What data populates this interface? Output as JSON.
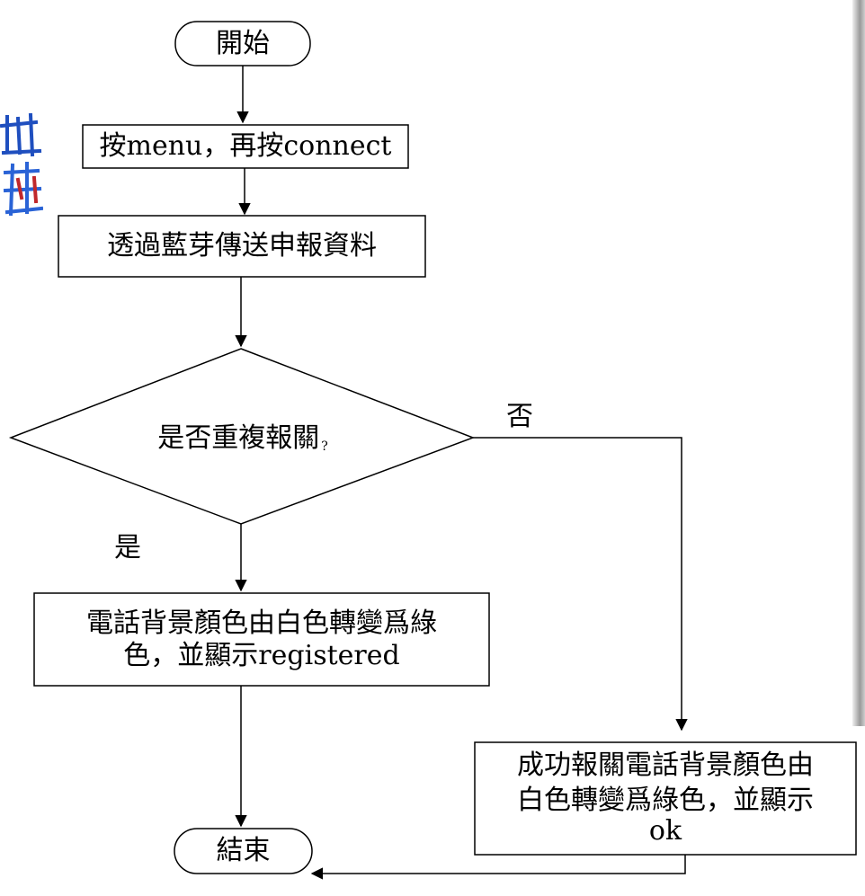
{
  "colors": {
    "line": "#000000",
    "background": "#ffffff",
    "logo_blue": "#1f4fbf",
    "logo_red": "#c0282c"
  },
  "flowchart": {
    "start": "開始",
    "step1": {
      "prefix": "按menu，再按",
      "suffix": "connect"
    },
    "step2": "透過藍芽傳送申報資料",
    "decision": {
      "text": "是否重複報關",
      "mark": "?"
    },
    "yes_label": "是",
    "no_label": "否",
    "yes_result": {
      "line1": "電話背景顏色由白色轉變爲綠",
      "line2": "色，並顯示registered"
    },
    "no_result": {
      "line1": "成功報關電話背景顏色由",
      "line2": "白色轉變爲綠色，並顯示",
      "line3": "ok"
    },
    "end": "結束"
  },
  "decorations": {
    "logo_icon": "logo-fragment-icon",
    "side_bar": "scrollbar-edge"
  }
}
